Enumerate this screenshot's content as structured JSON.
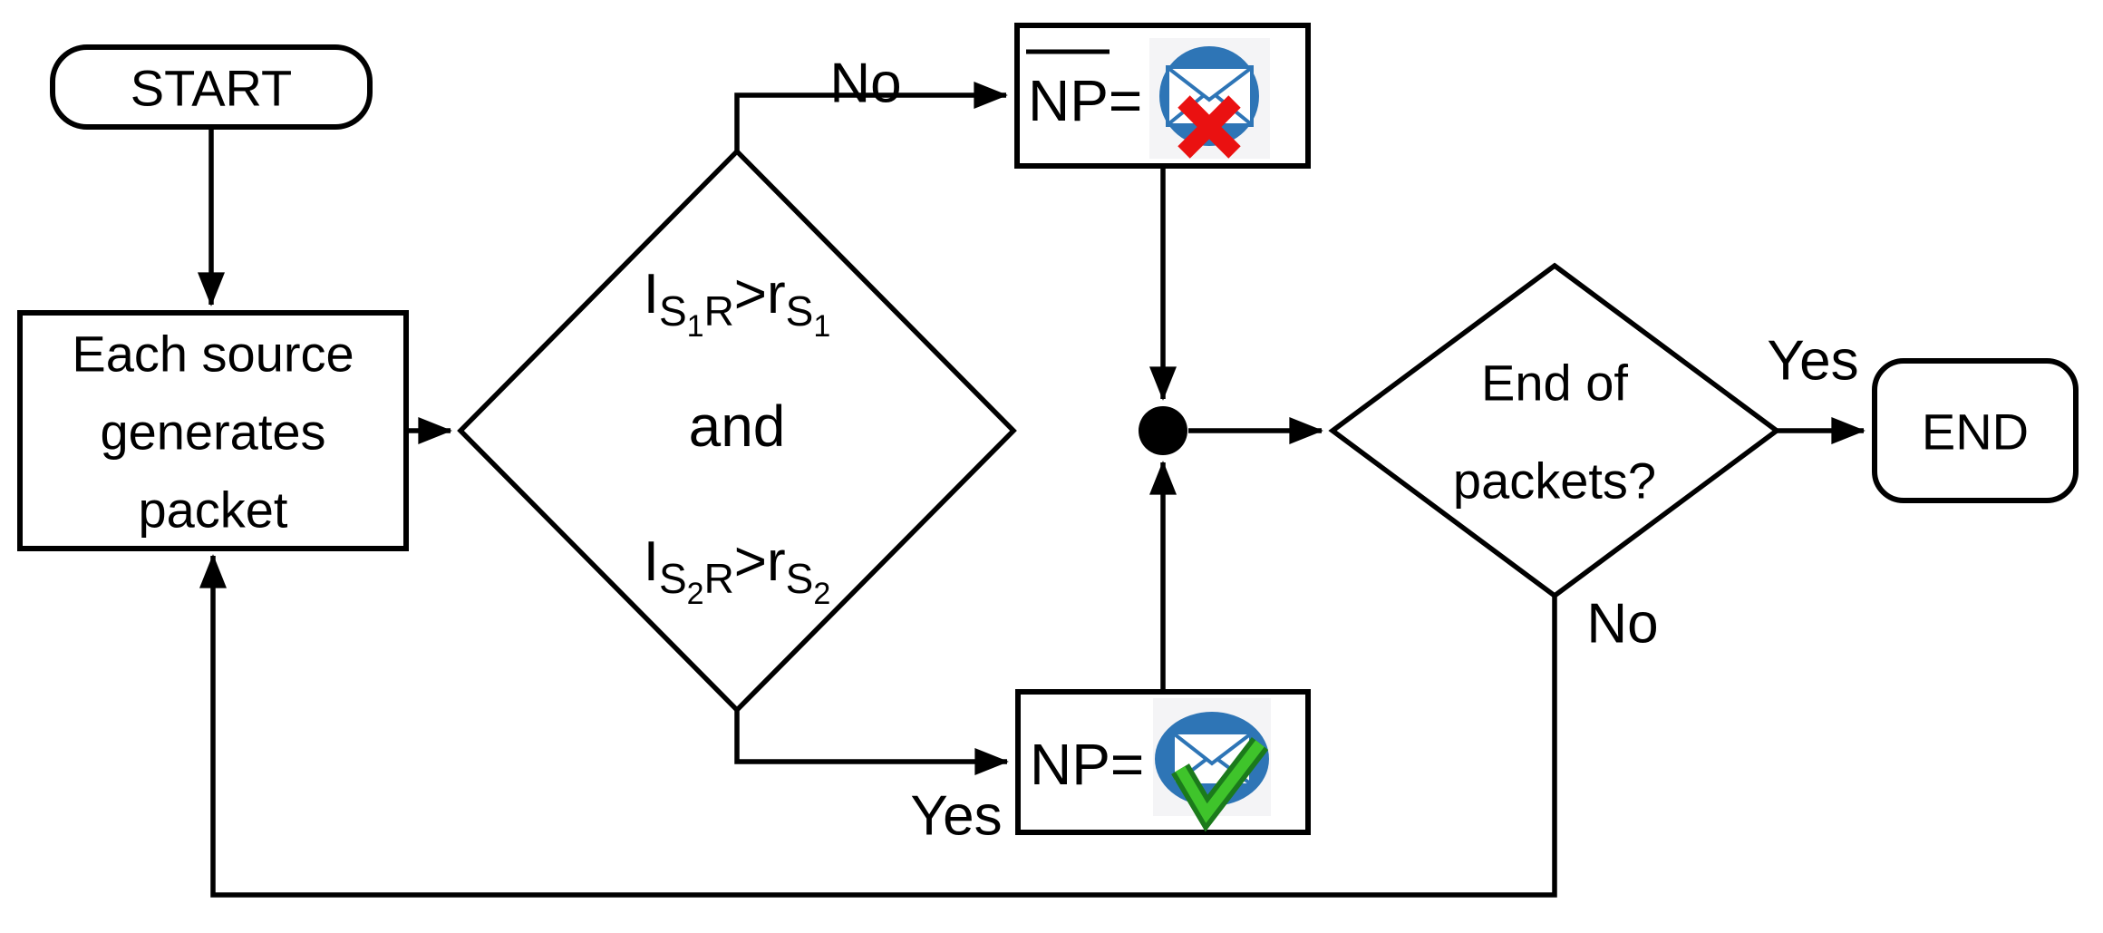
{
  "title": "Packet generation flowchart",
  "nodes": {
    "start": {
      "label": "START"
    },
    "source": {
      "lines": [
        "Each source",
        "generates",
        "packet"
      ]
    },
    "decision1": {
      "condition1": {
        "lhs": "I",
        "lhs_sub": "S",
        "lhs_sub_index": "1",
        "lhs_sub_tail": "R",
        "operator": ">",
        "rhs": "r",
        "rhs_sub": "S",
        "rhs_sub_index": "1"
      },
      "conjunction": "and",
      "condition2": {
        "lhs": "I",
        "lhs_sub": "S",
        "lhs_sub_index": "2",
        "lhs_sub_tail": "R",
        "operator": ">",
        "rhs": "r",
        "rhs_sub": "S",
        "rhs_sub_index": "2"
      }
    },
    "np_false": {
      "name": "NP",
      "equals": "=",
      "overline": "true",
      "icon": "mail-rejected-icon"
    },
    "np_true": {
      "name": "NP",
      "equals": "=",
      "overline": "false",
      "icon": "mail-accepted-icon"
    },
    "decision2": {
      "lines": [
        "End of",
        "packets?"
      ]
    },
    "end": {
      "label": "END"
    }
  },
  "edge_labels": {
    "no_top": "No",
    "yes_bottom": "Yes",
    "yes_right": "Yes",
    "no_bottom": "No"
  },
  "colors": {
    "line": "#000000",
    "background": "#ffffff",
    "icon_blue": "#2E75B6",
    "icon_red": "#EA1111",
    "icon_green": "#3FC42B",
    "icon_green_dark": "#1B7A1B",
    "icon_bg": "#F4F4F6"
  }
}
